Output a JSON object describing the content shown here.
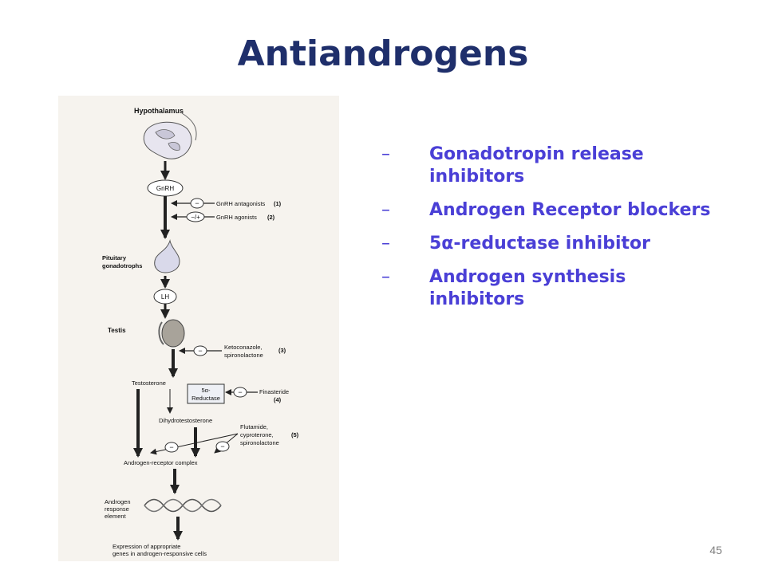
{
  "slide": {
    "title": "Antiandrogens",
    "number": "45"
  },
  "bullets": [
    {
      "dash": "–",
      "text": "Gonadotropin release inhibitors"
    },
    {
      "dash": "–",
      "text": " Androgen Receptor blockers"
    },
    {
      "dash": "–",
      "text": " 5α-reductase inhibitor"
    },
    {
      "dash": "–",
      "text": " Androgen synthesis inhibitors"
    }
  ],
  "figure": {
    "hypothalamus": "Hypothalamus",
    "gnrh": "GnRH",
    "gnrh_antagonists": "GnRH antagonists",
    "gnrh_antagonists_num": "(1)",
    "gnrh_agonists": "GnRH agonists",
    "gnrh_agonists_num": "(2)",
    "pituitary_1": "Pituitary",
    "pituitary_2": "gonadotrophs",
    "lh": "LH",
    "testis": "Testis",
    "keto_1": "Ketoconazole,",
    "keto_2": "spironolactone",
    "keto_num": "(3)",
    "testosterone": "Testosterone",
    "reductase_1": "5α-",
    "reductase_2": "Reductase",
    "finasteride": "Finasteride",
    "finasteride_num": "(4)",
    "dht": "Dihydrotestosterone",
    "flut_1": "Flutamide,",
    "flut_2": "cyproterone,",
    "flut_3": "spironolactone",
    "flut_num": "(5)",
    "arc": "Androgen-receptor complex",
    "are_1": "Androgen",
    "are_2": "response",
    "are_3": "element",
    "expr_1": "Expression of appropriate",
    "expr_2": "genes in androgen-responsive cells",
    "minus": "−",
    "minus_plus": "−/+"
  }
}
